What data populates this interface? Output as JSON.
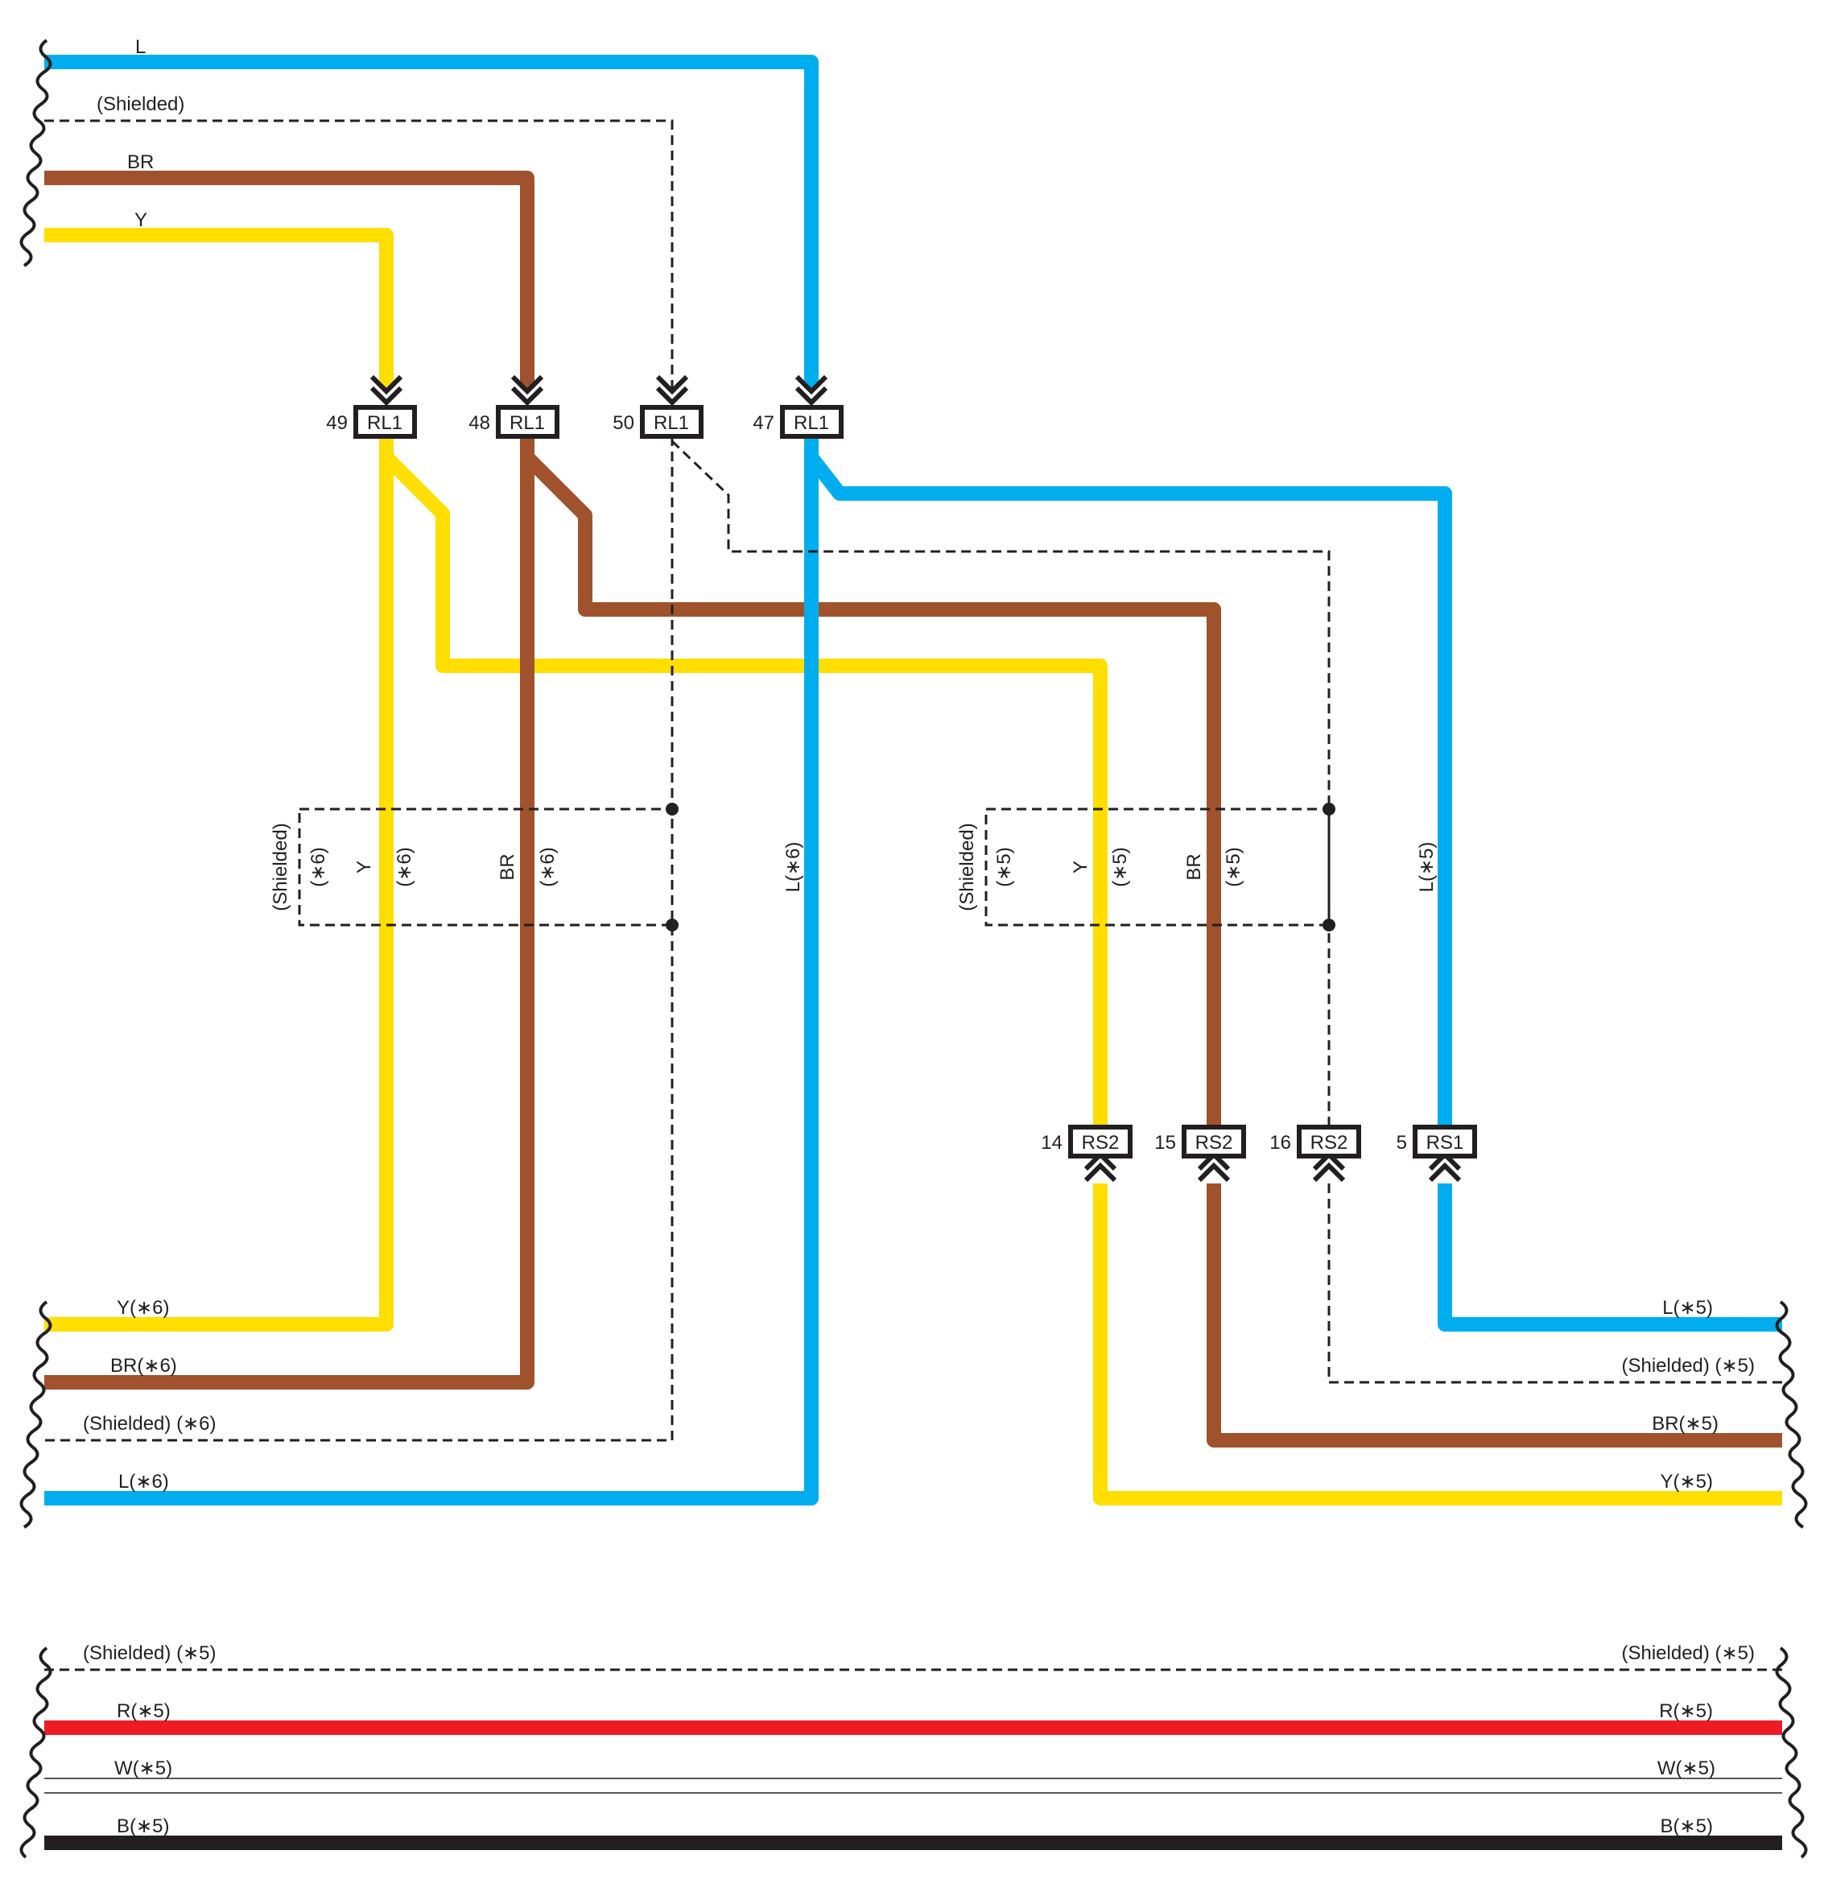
{
  "colors": {
    "L": "#00aeef",
    "BR": "#a0522d",
    "Y": "#ffde00",
    "R": "#ed1c24",
    "W": "#ffffff",
    "B": "#231f20",
    "shield": "#231f20"
  },
  "wires_top_left": [
    {
      "code": "L",
      "label": "L"
    },
    {
      "code": "Shielded",
      "label": "(Shielded)"
    },
    {
      "code": "BR",
      "label": "BR"
    },
    {
      "code": "Y",
      "label": "Y"
    }
  ],
  "connectors": [
    {
      "id": "rl1-49",
      "name": "RL1",
      "pin": "49"
    },
    {
      "id": "rl1-48",
      "name": "RL1",
      "pin": "48"
    },
    {
      "id": "rl1-50",
      "name": "RL1",
      "pin": "50"
    },
    {
      "id": "rl1-47",
      "name": "RL1",
      "pin": "47"
    },
    {
      "id": "rs2-14",
      "name": "RS2",
      "pin": "14"
    },
    {
      "id": "rs2-15",
      "name": "RS2",
      "pin": "15"
    },
    {
      "id": "rs2-16",
      "name": "RS2",
      "pin": "16"
    },
    {
      "id": "rs1-5",
      "name": "RS1",
      "pin": "5"
    }
  ],
  "shield_group_6": {
    "shielded": "(Shielded)",
    "note": "(∗6)",
    "y": "Y",
    "y_note": "(∗6)",
    "br": "BR",
    "br_note": "(∗6)",
    "l": "L(∗6)"
  },
  "shield_group_5": {
    "shielded": "(Shielded)",
    "note": "(∗5)",
    "y": "Y",
    "y_note": "(∗5)",
    "br": "BR",
    "br_note": "(∗5)",
    "l": "L(∗5)"
  },
  "wires_bottom_left": [
    {
      "code": "Y",
      "label": "Y(∗6)"
    },
    {
      "code": "BR",
      "label": "BR(∗6)"
    },
    {
      "code": "Shielded",
      "label": "(Shielded) (∗6)"
    },
    {
      "code": "L",
      "label": "L(∗6)"
    }
  ],
  "wires_bottom_right": [
    {
      "code": "L",
      "label": "L(∗5)"
    },
    {
      "code": "Shielded",
      "label": "(Shielded) (∗5)"
    },
    {
      "code": "BR",
      "label": "BR(∗5)"
    },
    {
      "code": "Y",
      "label": "Y(∗5)"
    }
  ],
  "bus_wires": [
    {
      "code": "Shielded",
      "label_left": "(Shielded) (∗5)",
      "label_right": "(Shielded) (∗5)"
    },
    {
      "code": "R",
      "label_left": "R(∗5)",
      "label_right": "R(∗5)"
    },
    {
      "code": "W",
      "label_left": "W(∗5)",
      "label_right": "W(∗5)"
    },
    {
      "code": "B",
      "label_left": "B(∗5)",
      "label_right": "B(∗5)"
    }
  ]
}
